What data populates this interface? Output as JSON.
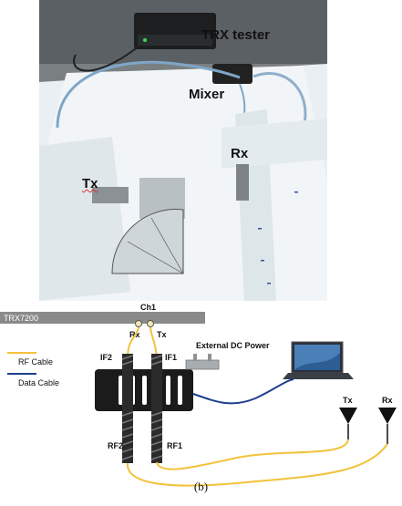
{
  "photo": {
    "labels": {
      "trx_tester": "TRX tester",
      "mixer": "Mixer",
      "rx": "Rx",
      "tx": "Tx"
    }
  },
  "diagram": {
    "device_label": "TRX7200",
    "channel_label": "Ch1",
    "port_rx": "Rx",
    "port_tx": "Tx",
    "if2": "IF2",
    "if1": "IF1",
    "rf2": "RF2",
    "rf1": "RF1",
    "power_label": "External DC Power",
    "antenna_tx": "Tx",
    "antenna_rx": "Rx",
    "legend": [
      {
        "label": "RF Cable",
        "color": "#f2c23a"
      },
      {
        "label": "Data Cable",
        "color": "#1f3f8f"
      }
    ]
  },
  "caption": "(b)"
}
